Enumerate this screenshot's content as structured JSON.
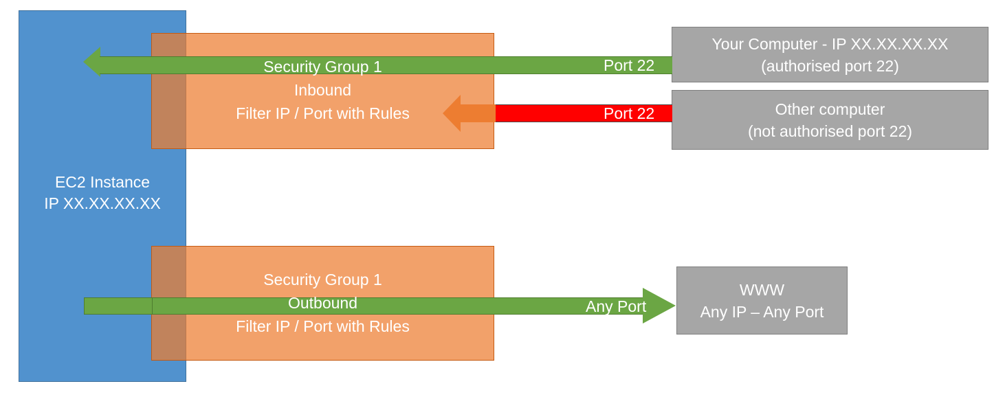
{
  "diagram": {
    "title": "AWS EC2 Security Group inbound and outbound traffic filtering",
    "colors": {
      "instance_blue": "#5192CE",
      "security_group_orange": "#ED7D31",
      "allowed_green": "#6BA644",
      "blocked_red": "#FF0000",
      "endpoint_gray": "#A6A6A6",
      "label_white": "#FFFFFF"
    }
  },
  "instance": {
    "label": "EC2 Instance\nIP XX.XX.XX.XX"
  },
  "security_groups": {
    "inbound": {
      "label": "Security Group 1\nInbound\nFilter IP / Port with Rules",
      "name": "Security Group 1",
      "direction": "Inbound",
      "rule_text": "Filter IP / Port with Rules"
    },
    "outbound": {
      "label": "Security Group 1\nOutbound\nFilter IP / Port with Rules",
      "name": "Security Group 1",
      "direction": "Outbound",
      "rule_text": "Filter IP / Port with Rules"
    }
  },
  "flows": {
    "allowed_inbound": {
      "port_label": "Port 22",
      "status": "allowed"
    },
    "blocked_inbound": {
      "port_label": "Port 22",
      "status": "blocked"
    },
    "allowed_outbound": {
      "port_label": "Any Port",
      "status": "allowed"
    }
  },
  "endpoints": {
    "your_computer": {
      "label": "Your Computer - IP XX.XX.XX.XX\n(authorised port 22)"
    },
    "other_computer": {
      "label": "Other computer\n(not authorised port 22)"
    },
    "www": {
      "label": "WWW\nAny IP – Any Port"
    }
  }
}
